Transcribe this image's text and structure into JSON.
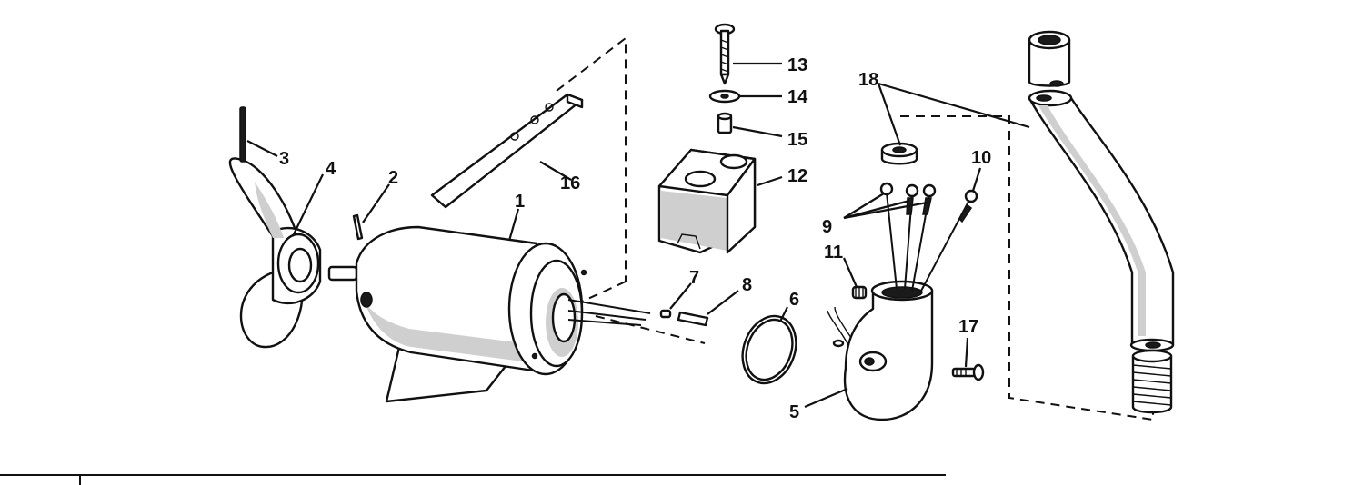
{
  "callouts": {
    "c1": "1",
    "c2": "2",
    "c3": "3",
    "c4": "4",
    "c5": "5",
    "c6": "6",
    "c7": "7",
    "c8": "8",
    "c9": "9",
    "c10": "10",
    "c11": "11",
    "c12": "12",
    "c13": "13",
    "c14": "14",
    "c15": "15",
    "c16": "16",
    "c17": "17",
    "c18": "18"
  },
  "colors": {
    "ink": "#111111",
    "paper": "#ffffff",
    "shade": "#cfcfcf"
  }
}
